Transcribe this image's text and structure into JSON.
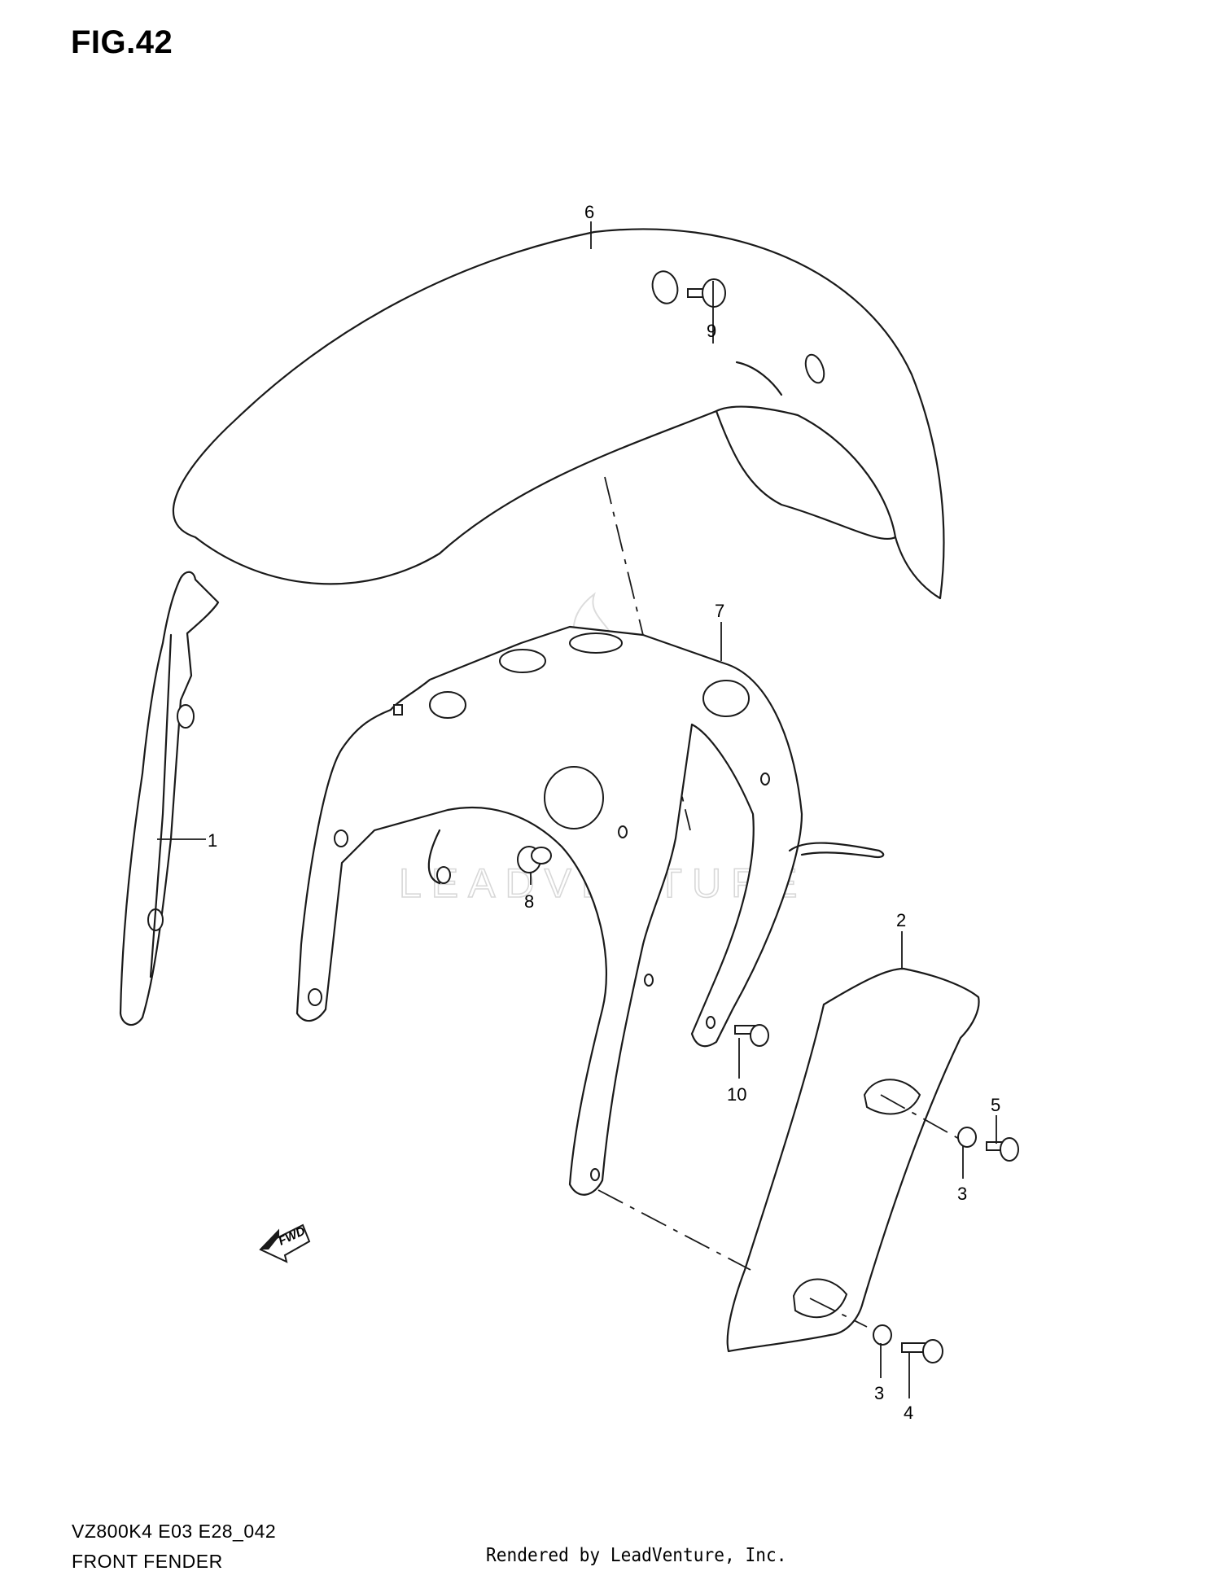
{
  "figure": {
    "title": "FIG.42"
  },
  "callouts": [
    "6",
    "9",
    "7",
    "1",
    "8",
    "2",
    "10",
    "5",
    "3",
    "3",
    "4"
  ],
  "fwd_label": "FWD",
  "watermark": "LEADVENTURE",
  "footer": {
    "model_code": "VZ800K4 E03 E28_042",
    "section_name": "FRONT FENDER",
    "rendered_by": "Rendered by LeadVenture, Inc."
  }
}
